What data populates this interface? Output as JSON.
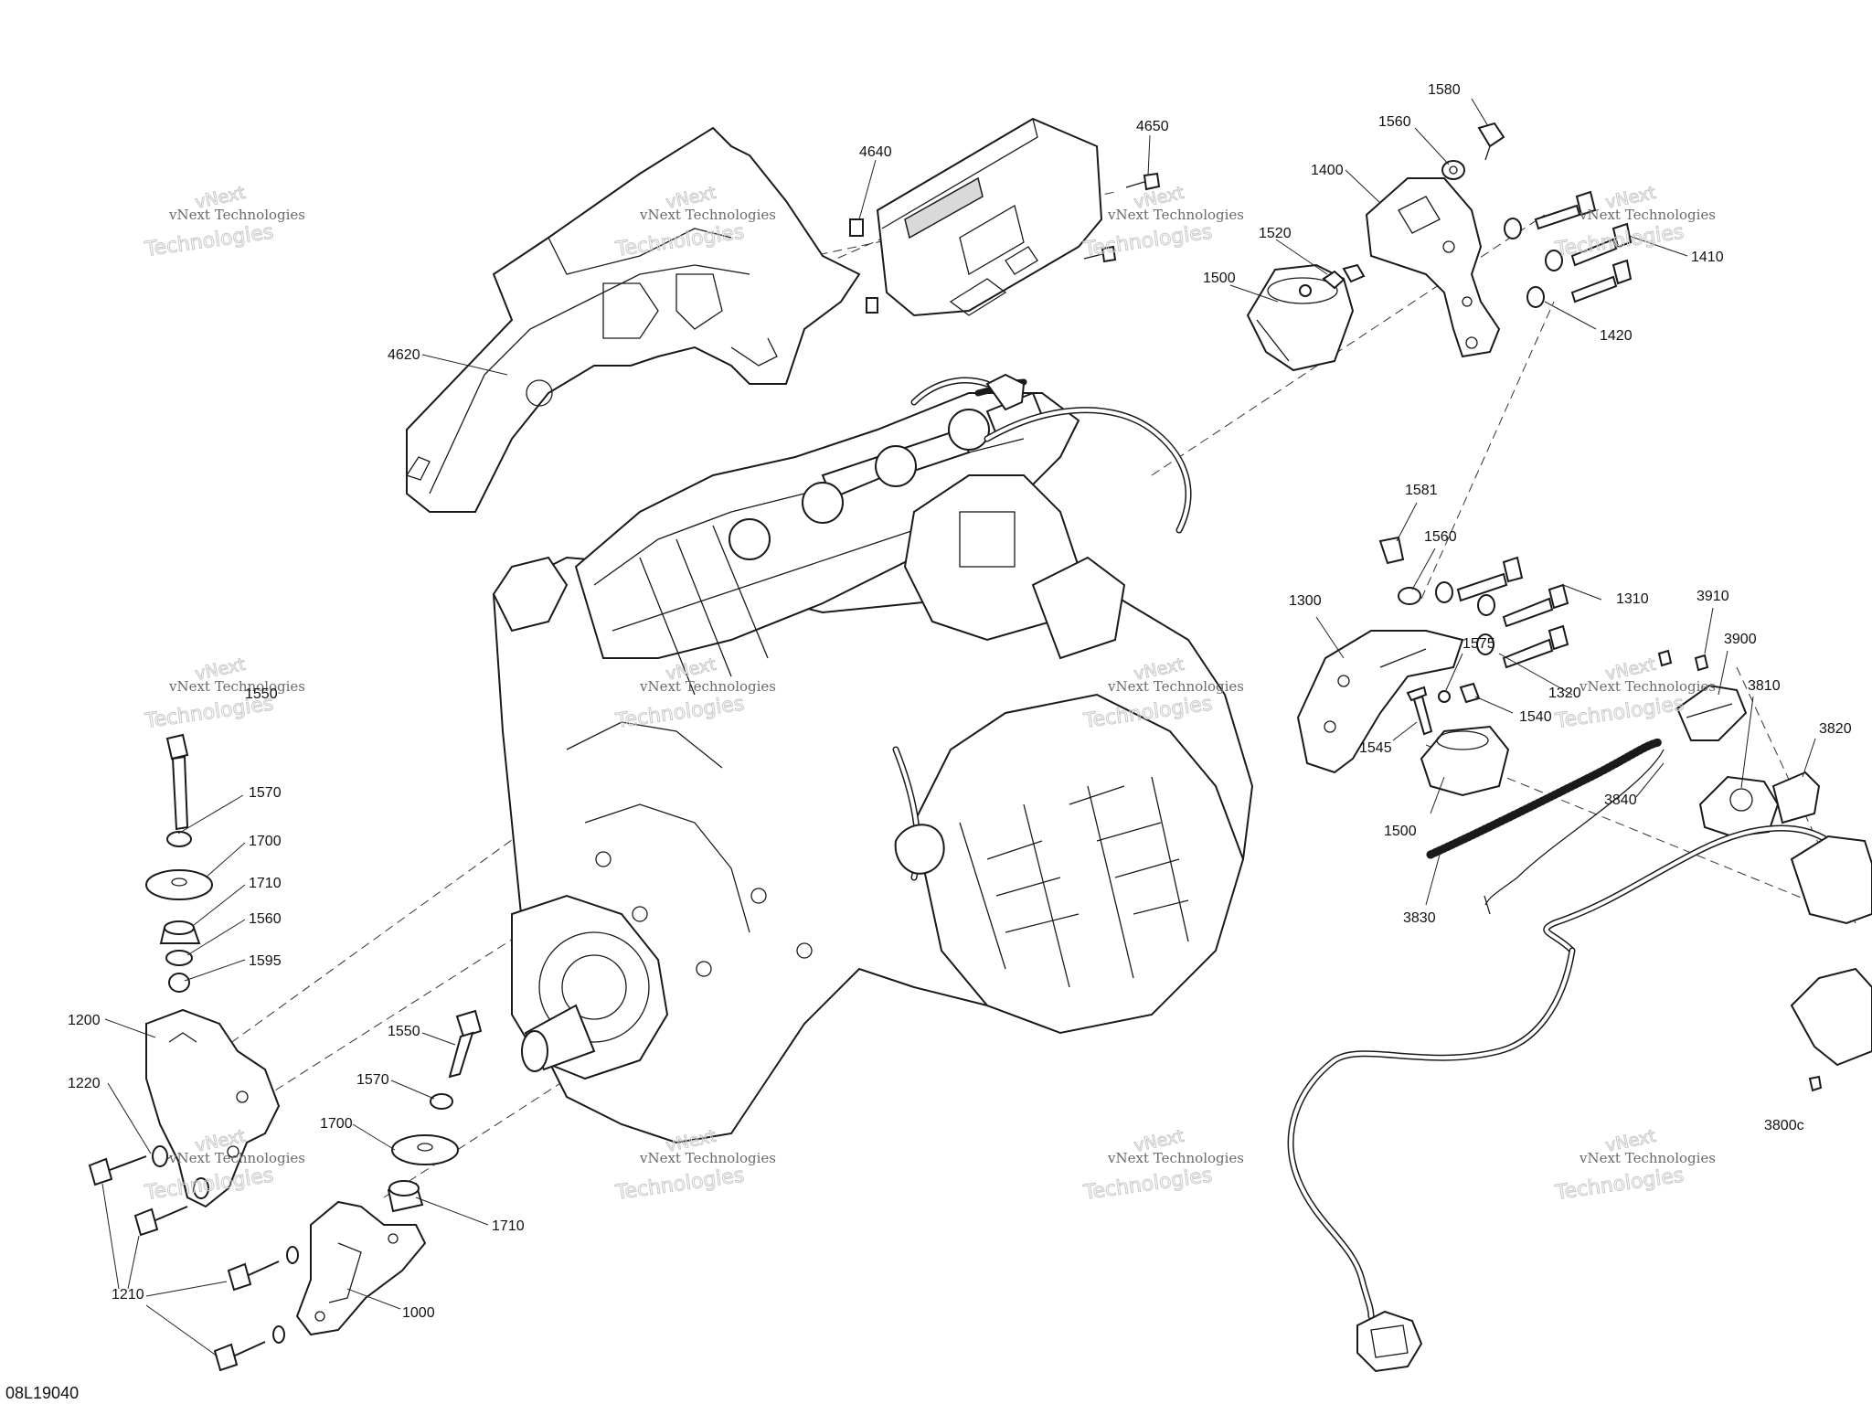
{
  "diagram_code": "08L19040",
  "watermark": {
    "top_line": "vNext Technologies",
    "big_line": "Technologies",
    "small_line": "vNext"
  },
  "labels": [
    {
      "id": "4620",
      "text": "4620"
    },
    {
      "id": "4640",
      "text": "4640"
    },
    {
      "id": "4650",
      "text": "4650"
    },
    {
      "id": "1580",
      "text": "1580"
    },
    {
      "id": "1560a",
      "text": "1560"
    },
    {
      "id": "1400",
      "text": "1400"
    },
    {
      "id": "1520",
      "text": "1520"
    },
    {
      "id": "1500a",
      "text": "1500"
    },
    {
      "id": "1410",
      "text": "1410"
    },
    {
      "id": "1420",
      "text": "1420"
    },
    {
      "id": "1581",
      "text": "1581"
    },
    {
      "id": "1560b",
      "text": "1560"
    },
    {
      "id": "1300",
      "text": "1300"
    },
    {
      "id": "1310",
      "text": "1310"
    },
    {
      "id": "1575",
      "text": "1575"
    },
    {
      "id": "1320",
      "text": "1320"
    },
    {
      "id": "1540",
      "text": "1540"
    },
    {
      "id": "1545",
      "text": "1545"
    },
    {
      "id": "1500b",
      "text": "1500"
    },
    {
      "id": "3910",
      "text": "3910"
    },
    {
      "id": "3900",
      "text": "3900"
    },
    {
      "id": "3810",
      "text": "3810"
    },
    {
      "id": "3820",
      "text": "3820"
    },
    {
      "id": "3840",
      "text": "3840"
    },
    {
      "id": "3830",
      "text": "3830"
    },
    {
      "id": "3800c",
      "text": "3800c"
    },
    {
      "id": "1550a",
      "text": "1550"
    },
    {
      "id": "1570a",
      "text": "1570"
    },
    {
      "id": "1700a",
      "text": "1700"
    },
    {
      "id": "1710a",
      "text": "1710"
    },
    {
      "id": "1560c",
      "text": "1560"
    },
    {
      "id": "1595",
      "text": "1595"
    },
    {
      "id": "1200",
      "text": "1200"
    },
    {
      "id": "1220",
      "text": "1220"
    },
    {
      "id": "1550b",
      "text": "1550"
    },
    {
      "id": "1570b",
      "text": "1570"
    },
    {
      "id": "1700b",
      "text": "1700"
    },
    {
      "id": "1710b",
      "text": "1710"
    },
    {
      "id": "1210",
      "text": "1210"
    },
    {
      "id": "1000",
      "text": "1000"
    }
  ]
}
